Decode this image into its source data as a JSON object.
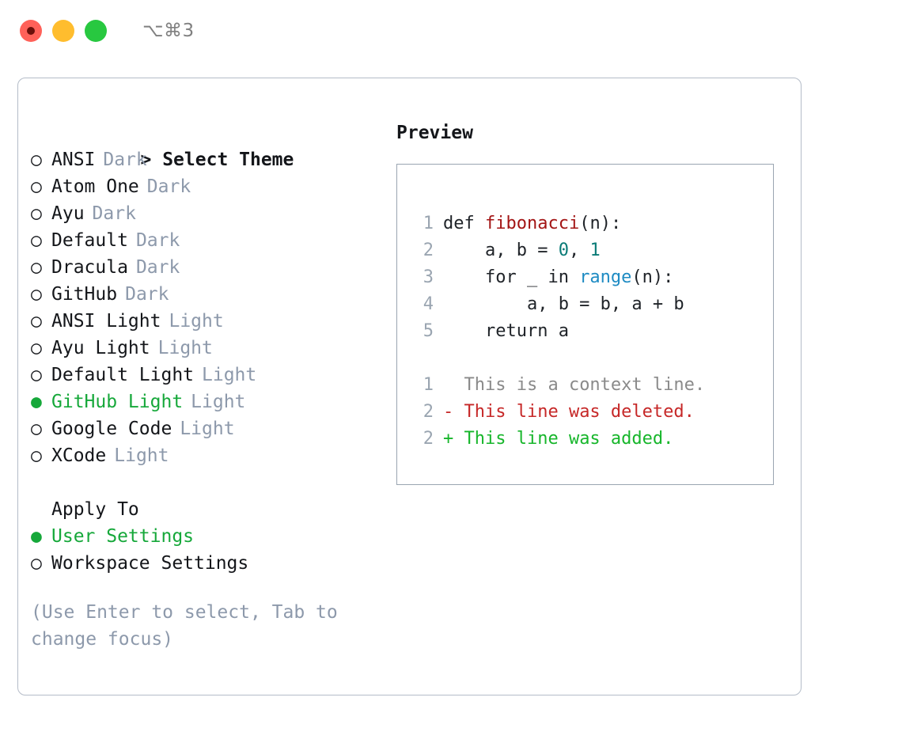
{
  "titlebar": {
    "shortcut": "⌥⌘3",
    "dots": [
      {
        "name": "close",
        "color": "#ff6159"
      },
      {
        "name": "minimize",
        "color": "#ffbd2e"
      },
      {
        "name": "maximize",
        "color": "#28c840"
      }
    ]
  },
  "theme_section": {
    "caret": ">",
    "heading": "Select Theme",
    "marker_unselected": "○",
    "marker_selected": "●",
    "options": [
      {
        "label": "ANSI",
        "badge": "Dark",
        "selected": false
      },
      {
        "label": "Atom One",
        "badge": "Dark",
        "selected": false
      },
      {
        "label": "Ayu",
        "badge": "Dark",
        "selected": false
      },
      {
        "label": "Default",
        "badge": "Dark",
        "selected": false
      },
      {
        "label": "Dracula",
        "badge": "Dark",
        "selected": false
      },
      {
        "label": "GitHub",
        "badge": "Dark",
        "selected": false
      },
      {
        "label": "ANSI Light",
        "badge": "Light",
        "selected": false
      },
      {
        "label": "Ayu Light",
        "badge": "Light",
        "selected": false
      },
      {
        "label": "Default Light",
        "badge": "Light",
        "selected": false
      },
      {
        "label": "GitHub Light",
        "badge": "Light",
        "selected": true
      },
      {
        "label": "Google Code",
        "badge": "Light",
        "selected": false
      },
      {
        "label": "XCode",
        "badge": "Light",
        "selected": false
      }
    ]
  },
  "apply_section": {
    "heading": "Apply To",
    "options": [
      {
        "label": "User Settings",
        "selected": true
      },
      {
        "label": "Workspace Settings",
        "selected": false
      }
    ]
  },
  "hint": "(Use Enter to select, Tab to change focus)",
  "preview": {
    "title": "Preview",
    "code_lines": [
      {
        "no": "1",
        "tokens": [
          {
            "text": "def ",
            "type": "def"
          },
          {
            "text": "fibonacci",
            "type": "func"
          },
          {
            "text": "(n):",
            "type": "plain"
          }
        ]
      },
      {
        "no": "2",
        "tokens": [
          {
            "text": "    a, b = ",
            "type": "plain"
          },
          {
            "text": "0",
            "type": "num"
          },
          {
            "text": ", ",
            "type": "plain"
          },
          {
            "text": "1",
            "type": "num"
          }
        ]
      },
      {
        "no": "3",
        "tokens": [
          {
            "text": "    for _ in ",
            "type": "plain"
          },
          {
            "text": "range",
            "type": "builtin"
          },
          {
            "text": "(n):",
            "type": "plain"
          }
        ]
      },
      {
        "no": "4",
        "tokens": [
          {
            "text": "        a, b = b, a + b",
            "type": "plain"
          }
        ]
      },
      {
        "no": "5",
        "tokens": [
          {
            "text": "    return a",
            "type": "plain"
          }
        ]
      }
    ],
    "diff_lines": [
      {
        "no": "1",
        "sign": " ",
        "text": " This is a context line.",
        "kind": "context"
      },
      {
        "no": "2",
        "sign": "-",
        "text": " This line was deleted.",
        "kind": "deleted"
      },
      {
        "no": "2",
        "sign": "+",
        "text": " This line was added.",
        "kind": "added"
      }
    ]
  },
  "colors": {
    "accent_green": "#16a83a",
    "diff_added": "#17b62b",
    "diff_deleted": "#c62828",
    "muted": "#8d99ab",
    "function": "#a31515",
    "number": "#0a7b77",
    "builtin": "#1e8bc3"
  }
}
